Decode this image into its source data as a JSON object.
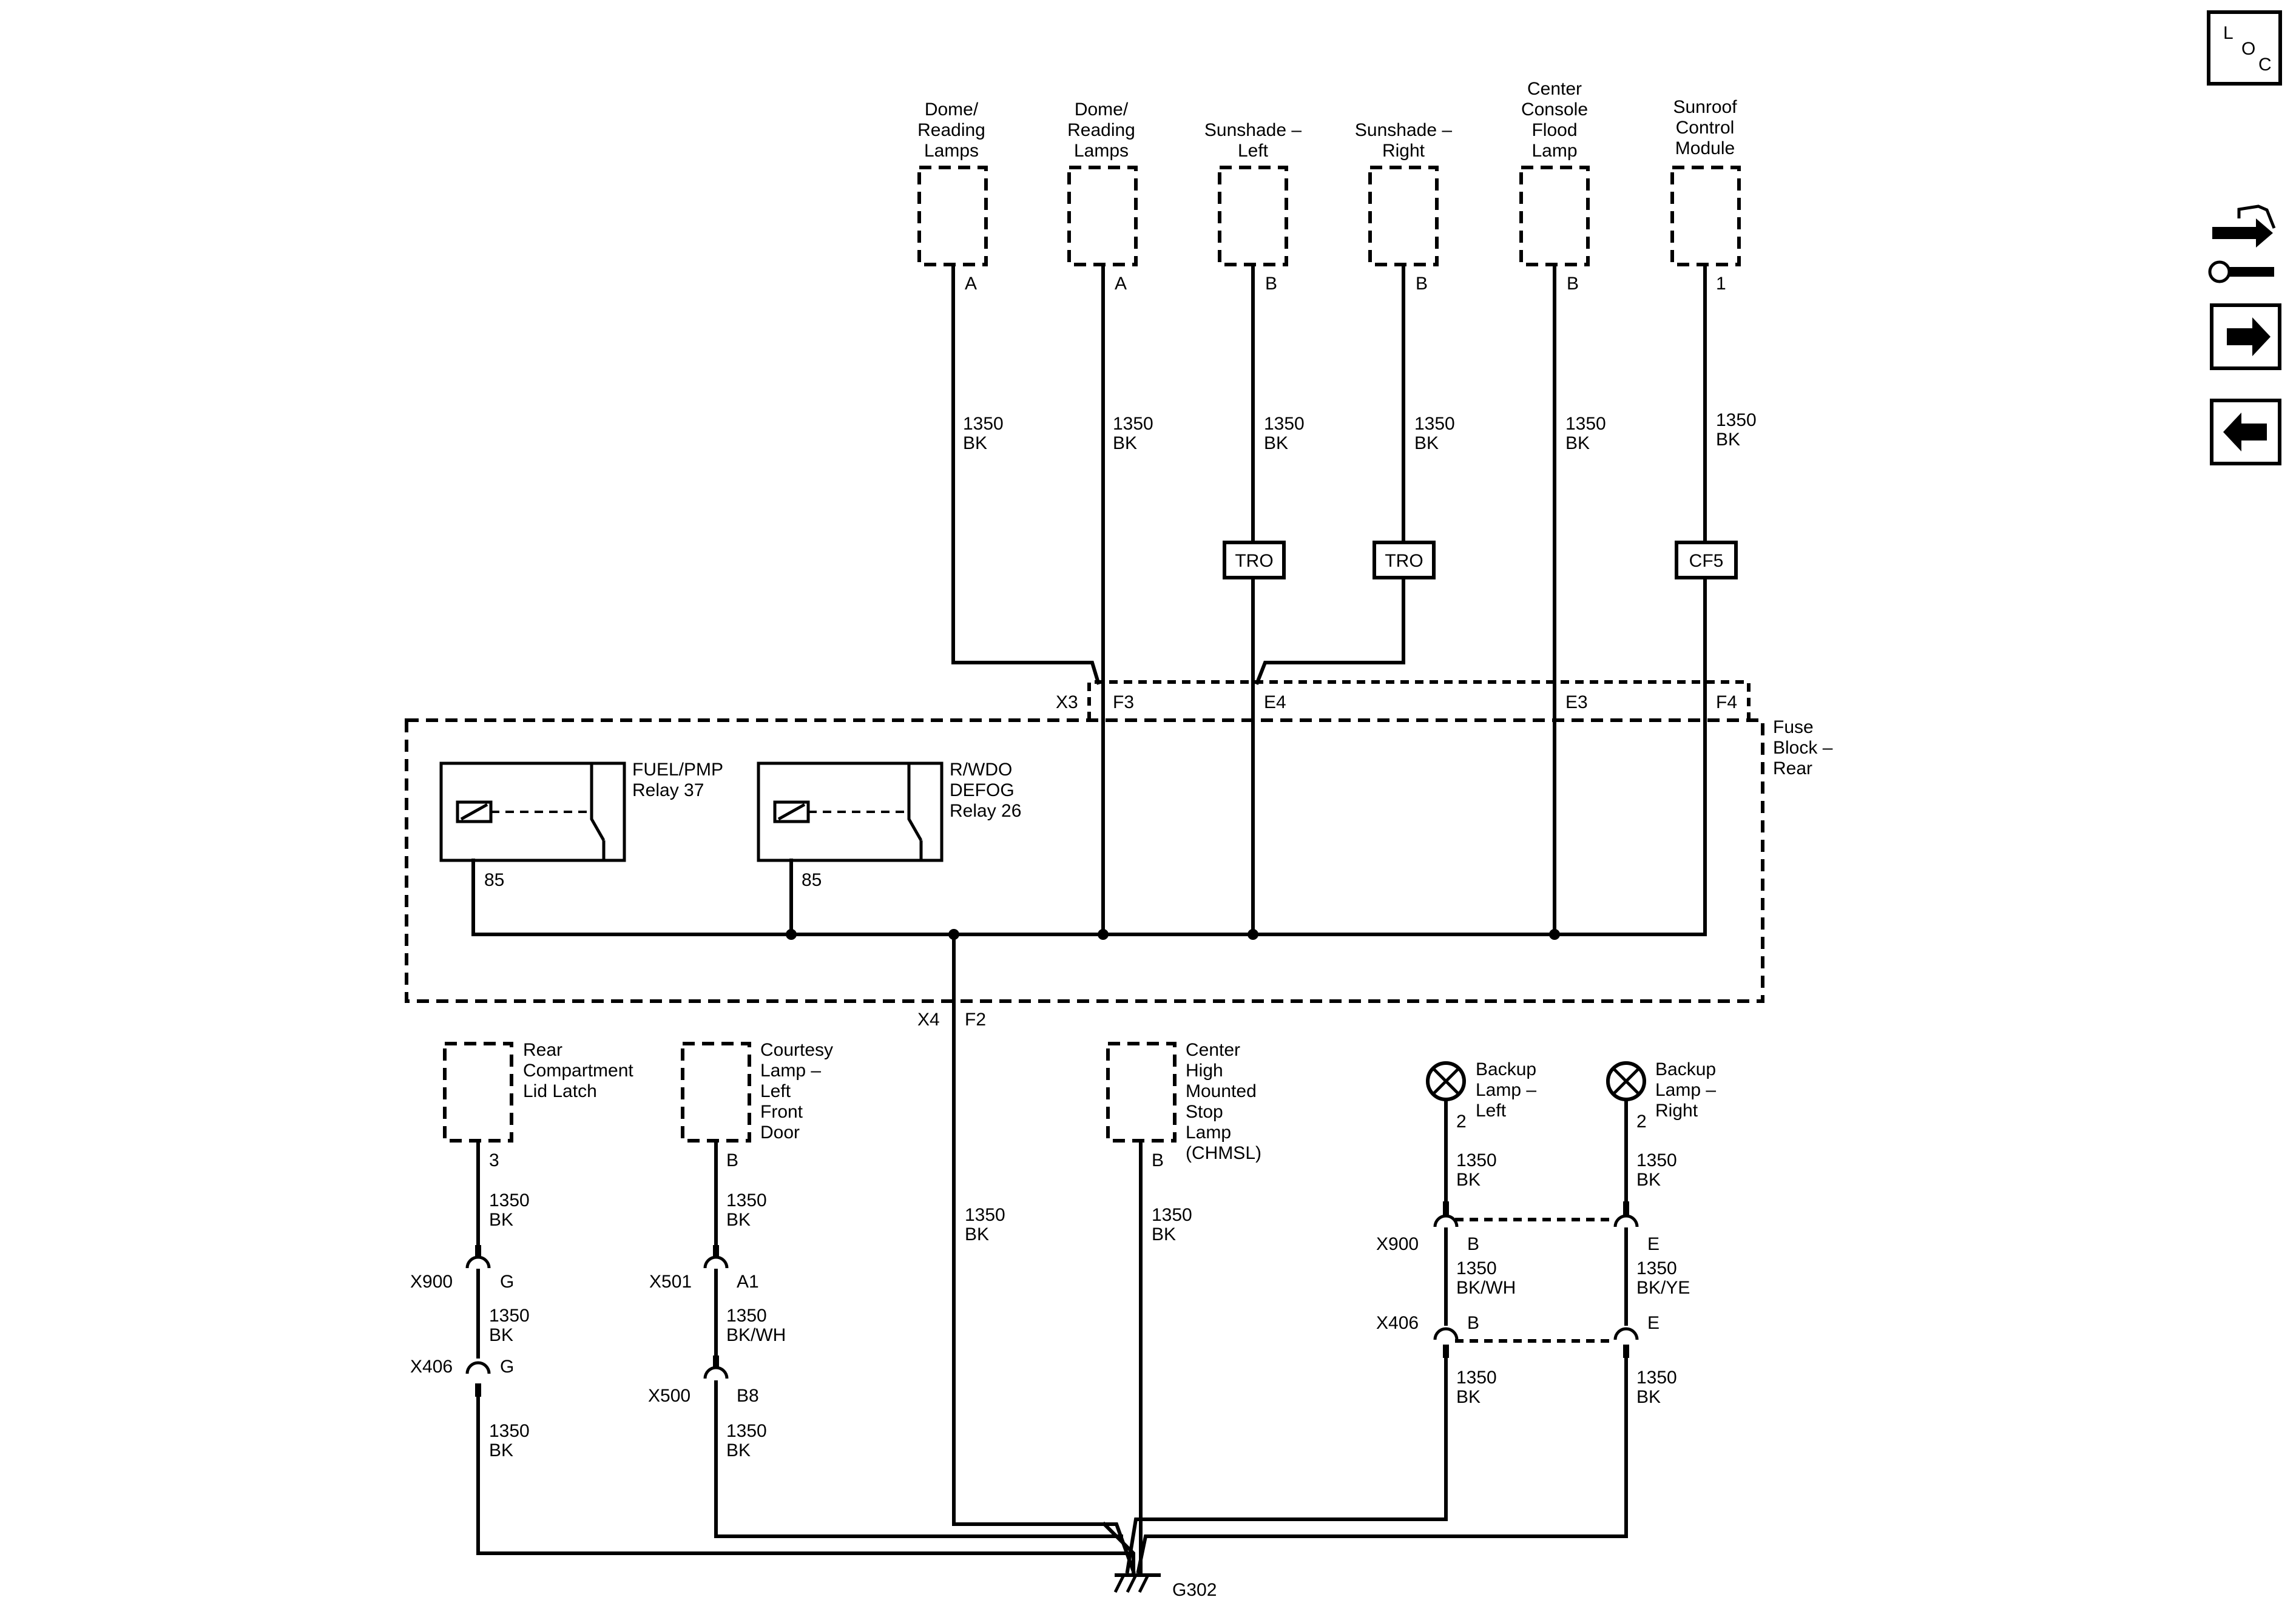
{
  "components_top": [
    {
      "label": [
        "Dome/",
        "Reading",
        "Lamps"
      ],
      "pin": "A",
      "wire": [
        "1350",
        "BK"
      ]
    },
    {
      "label": [
        "Dome/",
        "Reading",
        "Lamps"
      ],
      "pin": "A",
      "wire": [
        "1350",
        "BK"
      ]
    },
    {
      "label": [
        "Sunshade –",
        "Left"
      ],
      "pin": "B",
      "wire": [
        "1350",
        "BK"
      ],
      "splice": "TRO"
    },
    {
      "label": [
        "Sunshade –",
        "Right"
      ],
      "pin": "B",
      "wire": [
        "1350",
        "BK"
      ],
      "splice": "TRO"
    },
    {
      "label": [
        "Center",
        "Console",
        "Flood",
        "Lamp"
      ],
      "pin": "B",
      "wire": [
        "1350",
        "BK"
      ]
    },
    {
      "label": [
        "Sunroof",
        "Control",
        "Module"
      ],
      "pin": "1",
      "wire": [
        "1350",
        "BK"
      ],
      "splice": "CF5"
    }
  ],
  "fuse_block": {
    "label": [
      "Fuse",
      "Block –",
      "Rear"
    ],
    "connector_x3": "X3",
    "connector_x4": "X4",
    "pins_top": [
      "F3",
      "E4",
      "E3",
      "F4"
    ],
    "pin_bottom": "F2",
    "relays": [
      {
        "label": [
          "FUEL/PMP",
          "Relay 37"
        ],
        "pin": "85"
      },
      {
        "label": [
          "R/WDO",
          "DEFOG",
          "Relay 26"
        ],
        "pin": "85"
      }
    ]
  },
  "main_ground_wire": [
    "1350",
    "BK"
  ],
  "components_bottom": [
    {
      "label": [
        "Rear",
        "Compartment",
        "Lid Latch"
      ],
      "pin": "3",
      "wire1": [
        "1350",
        "BK"
      ],
      "conn1": "X900",
      "conn1_pin": "G",
      "wire2": [
        "1350",
        "BK"
      ],
      "conn2": "X406",
      "conn2_pin": "G",
      "wire3": [
        "1350",
        "BK"
      ]
    },
    {
      "label": [
        "Courtesy",
        "Lamp –",
        "Left",
        "Front",
        "Door"
      ],
      "pin": "B",
      "wire1": [
        "1350",
        "BK"
      ],
      "conn1": "X501",
      "conn1_pin": "A1",
      "wire2": [
        "1350",
        "BK/WH"
      ],
      "conn2": "X500",
      "conn2_pin": "B8",
      "wire3": [
        "1350",
        "BK"
      ]
    },
    {
      "label": [
        "Center",
        "High",
        "Mounted",
        "Stop",
        "Lamp",
        "(CHMSL)"
      ],
      "pin": "B",
      "wire1": [
        "1350",
        "BK"
      ]
    }
  ],
  "backup_lamps": [
    {
      "label": [
        "Backup",
        "Lamp –",
        "Left"
      ],
      "pin": "2",
      "wire1": [
        "1350",
        "BK"
      ],
      "conn_pin_a": "B",
      "wire2": [
        "1350",
        "BK/WH"
      ],
      "conn_pin_b": "B",
      "wire3": [
        "1350",
        "BK"
      ]
    },
    {
      "label": [
        "Backup",
        "Lamp –",
        "Right"
      ],
      "pin": "2",
      "wire1": [
        "1350",
        "BK"
      ],
      "conn_pin_a": "E",
      "wire2": [
        "1350",
        "BK/YE"
      ],
      "conn_pin_b": "E",
      "wire3": [
        "1350",
        "BK"
      ]
    }
  ],
  "backup_connectors": [
    "X900",
    "X406"
  ],
  "ground": "G302",
  "nav": {
    "loc_letters": [
      "L",
      "O",
      "C"
    ],
    "icons": [
      "harness-connector-icon",
      "arrow-right-icon",
      "arrow-left-icon"
    ]
  }
}
